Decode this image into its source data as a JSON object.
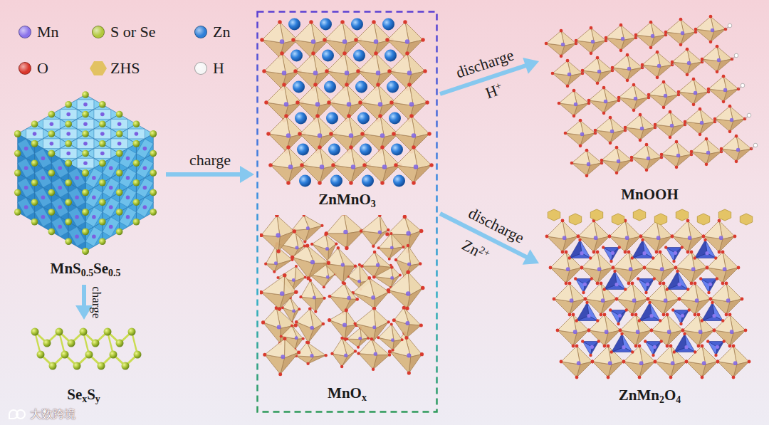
{
  "diagram": {
    "nodes": [
      {
        "text": [
          "MnS0.5Se0.5"
        ]
      },
      {
        "text": [
          "SexSy"
        ]
      },
      {
        "text": []
      },
      {
        "text": [
          "ZnMnO3"
        ],
        "in": 2
      },
      {
        "text": [
          "MnOx"
        ],
        "in": 2
      },
      {
        "text": [
          "MnOOH"
        ]
      },
      {
        "text": [
          "ZnMn2O4"
        ]
      }
    ],
    "edges": [
      {
        "from": 0,
        "to": 2,
        "label": "charge",
        "arrow": "to"
      },
      {
        "from": 0,
        "to": 1,
        "label": "charge",
        "arrow": "to"
      },
      {
        "from": 2,
        "to": 5,
        "label": "discharge",
        "arrow": "to"
      },
      {
        "from": 2,
        "to": 6,
        "label": "discharge",
        "arrow": "to"
      }
    ],
    "labels": [
      "H+",
      "Zn2+",
      "大数跨境"
    ],
    "legend": [
      {
        "text": "Mn",
        "color": "#8a72ea"
      },
      {
        "text": "S or Se",
        "color": "#b2c83c"
      },
      {
        "text": "Zn",
        "color": "#2f7fd8"
      },
      {
        "text": "O",
        "color": "#d9362b"
      },
      {
        "text": "ZHS",
        "color": "#e2c262"
      },
      {
        "text": "H",
        "color": "#f6f6f6"
      }
    ]
  }
}
